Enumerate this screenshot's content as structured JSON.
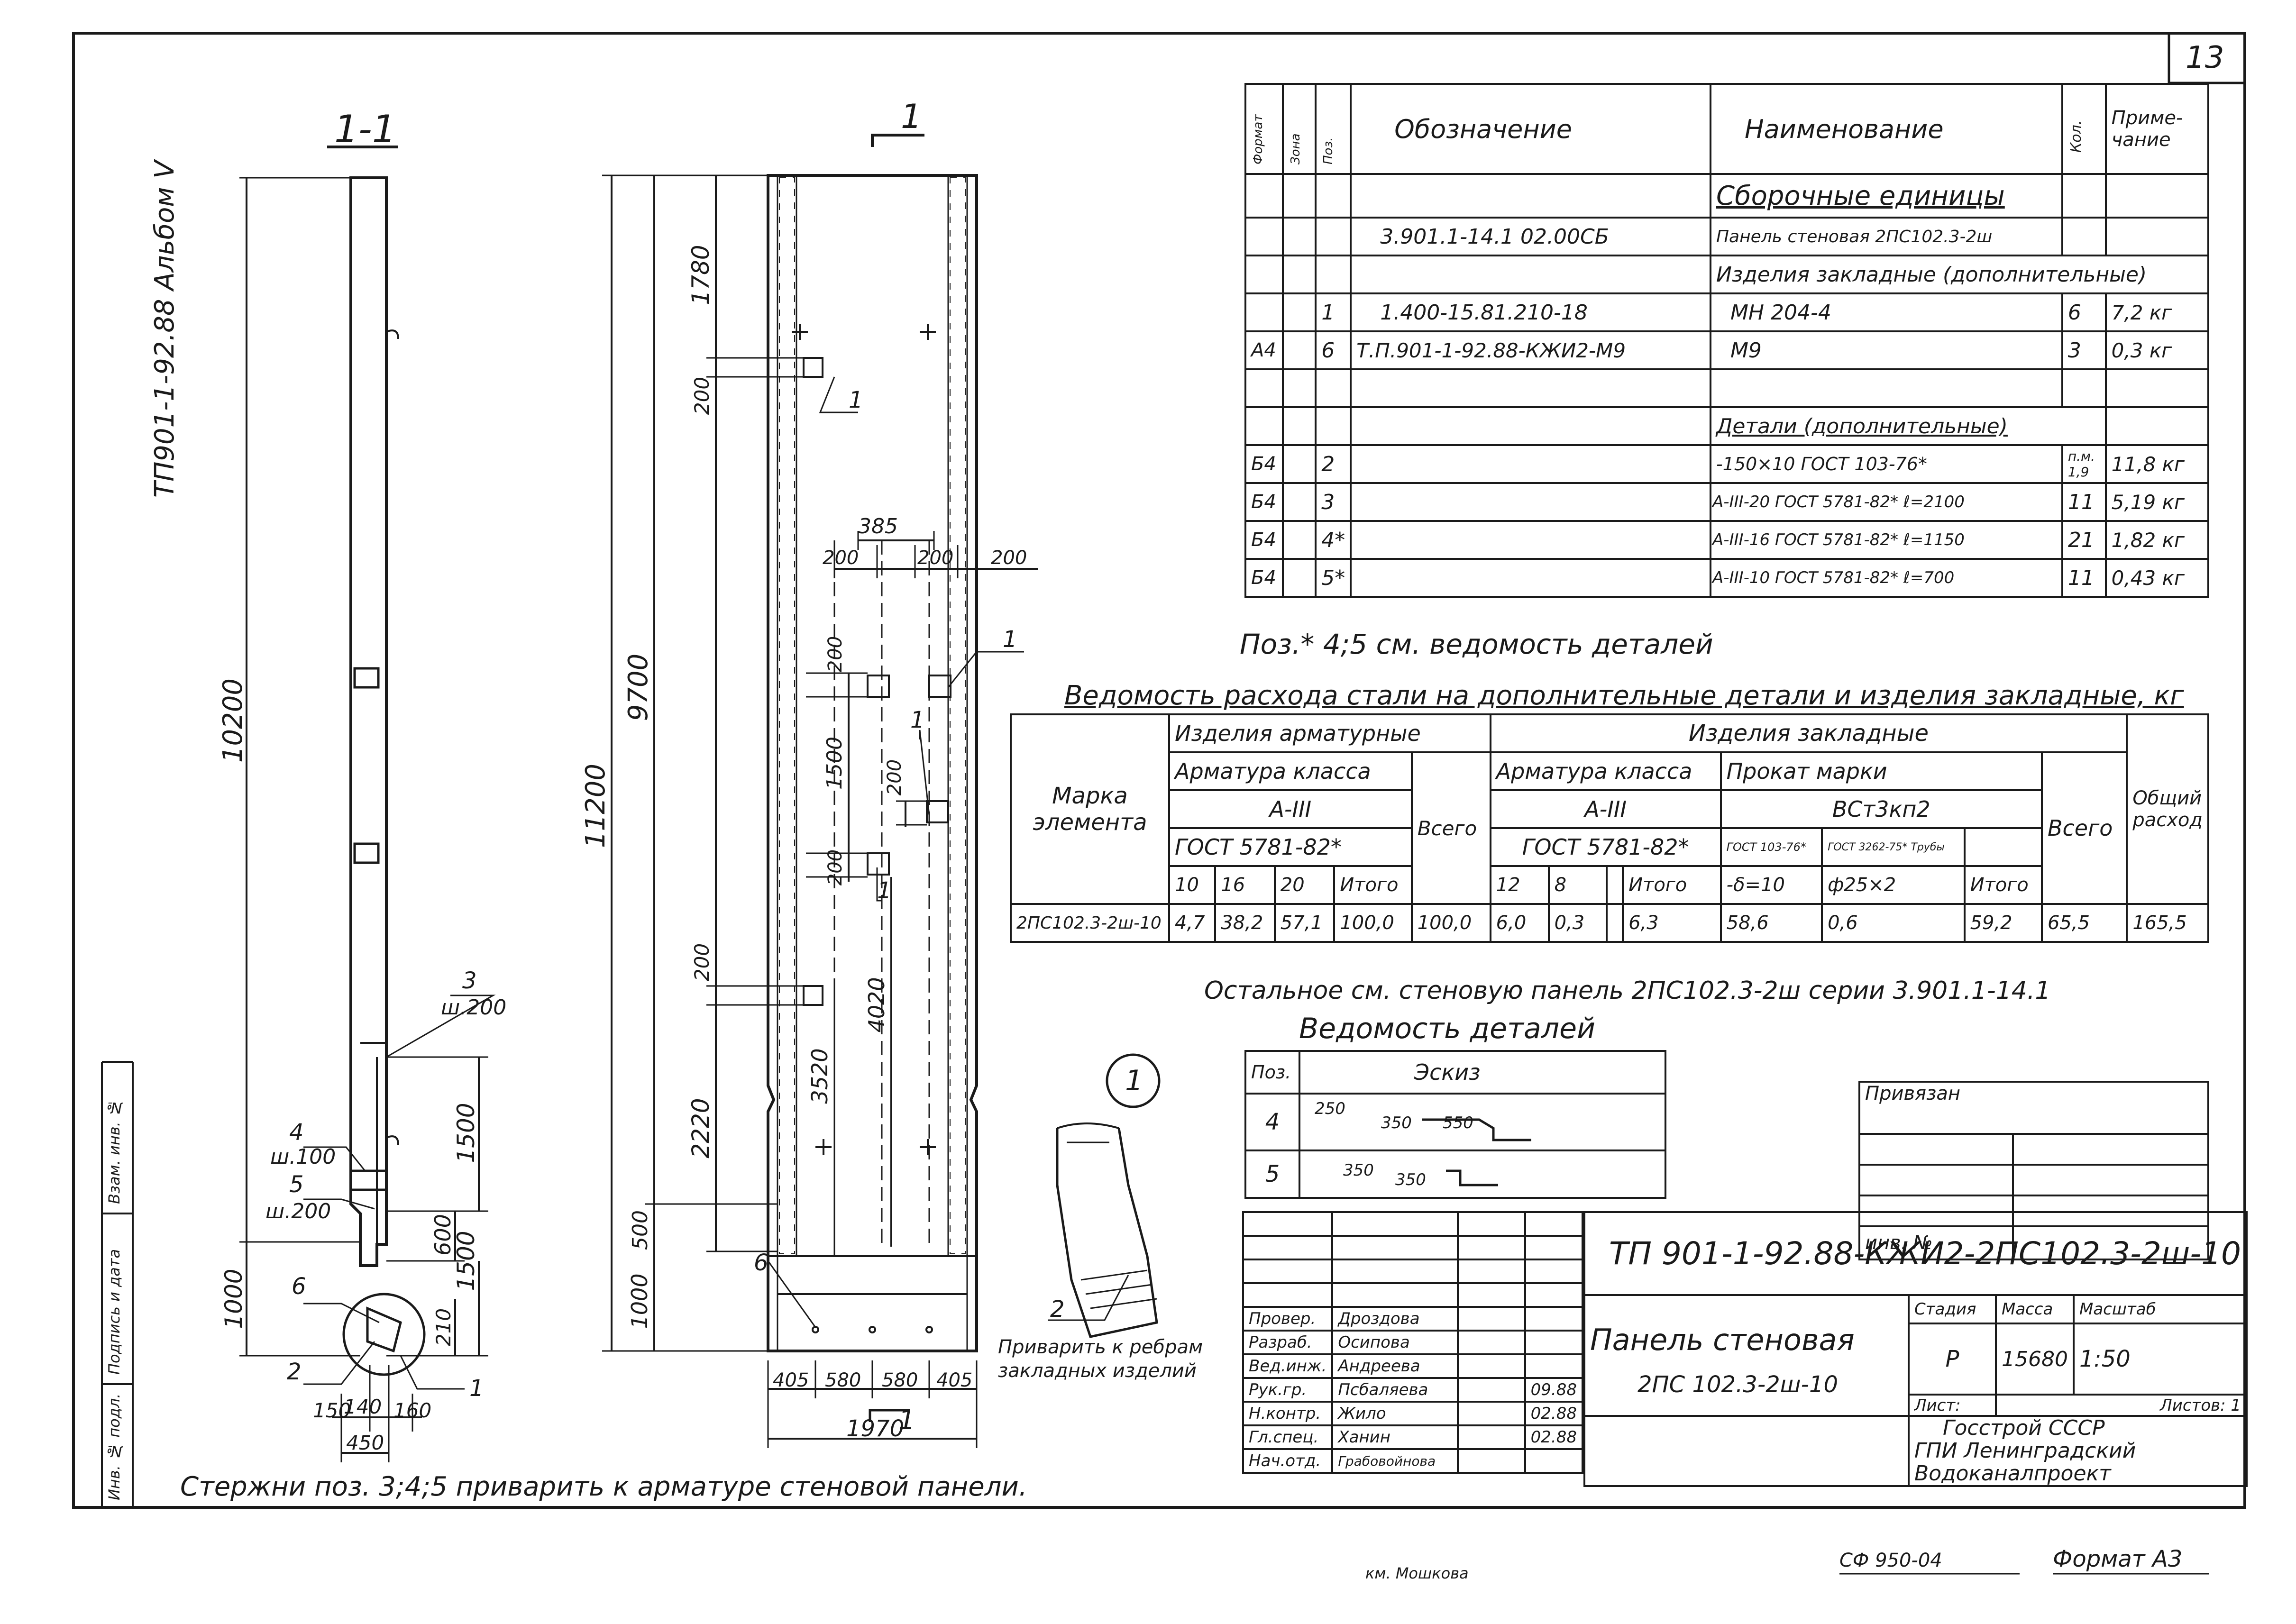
{
  "sheet": {
    "number": "13",
    "album_code": "ТП901-1-92.88 Альбом V",
    "bottom_note": "Стержни поз. 3;4;5 приварить к арматуре стеновой панели.",
    "copied_by": "км. Мошкова",
    "archive_code": "СФ 950-04",
    "format": "Формат А3"
  },
  "left_strip": {
    "inv_orig": "Инв. № подл.",
    "sign_date": "Подпись и дата",
    "vzam_inv": "Взам. инв. №"
  },
  "section": {
    "title": "1-1",
    "dims": {
      "d10200": "10200",
      "d1000": "1000",
      "d1500": "1500",
      "d600": "600",
      "d1500b": "1500",
      "d210": "210",
      "d150": "150",
      "d140": "140",
      "d160": "160",
      "d450": "450"
    },
    "labels": {
      "p3": "3",
      "p3s": "ш.200",
      "p4": "4",
      "p4s": "ш.100",
      "p5": "5",
      "p5s": "ш.200",
      "p6": "6",
      "p2": "2",
      "c1": "1"
    }
  },
  "elevation": {
    "cut_mark": "1",
    "dims": {
      "d11200": "11200",
      "d9700": "9700",
      "d1780": "1780",
      "d200a": "200",
      "d385": "385",
      "d200b": "200",
      "d200c": "200",
      "d200d": "200",
      "d200e": "200",
      "d1500": "1500",
      "d200f": "200",
      "d200g": "200",
      "d4020": "4020",
      "d3520": "3520",
      "d200h": "200",
      "d2220": "2220",
      "d500": "500",
      "d1000": "1000",
      "b405a": "405",
      "b580a": "580",
      "b580b": "580",
      "b405b": "405",
      "b1970": "1970"
    },
    "labels": {
      "l1a": "1",
      "l1b": "1",
      "l1c": "1",
      "l1d": "1",
      "l6": "6",
      "bottom_cut": "1"
    }
  },
  "detail": {
    "circle_label": "1",
    "pos": "2",
    "note_line1": "Приварить к ребрам",
    "note_line2": "закладных изделий"
  },
  "spec_table": {
    "headers": {
      "format": "Формат",
      "zone": "Зона",
      "pos": "Поз.",
      "designation": "Обозначение",
      "name": "Наименование",
      "qty": "Кол.",
      "note": "Приме-чание"
    },
    "rows": [
      {
        "format": "",
        "pos": "",
        "designation": "",
        "name": "Сборочные единицы",
        "qty": "",
        "note": ""
      },
      {
        "format": "",
        "pos": "",
        "designation": "3.901.1-14.1  02.00СБ",
        "name": "Панель стеновая 2ПС102.3-2ш",
        "qty": "",
        "note": ""
      },
      {
        "format": "",
        "pos": "",
        "designation": "",
        "name": "Изделия закладные (дополнительные)",
        "qty": "",
        "note": ""
      },
      {
        "format": "",
        "pos": "1",
        "designation": "1.400-15.81.210-18",
        "name": "МН 204-4",
        "qty": "6",
        "note": "7,2 кг"
      },
      {
        "format": "А4",
        "pos": "6",
        "designation": "Т.П.901-1-92.88-КЖИ2-М9",
        "name": "М9",
        "qty": "3",
        "note": "0,3 кг"
      },
      {
        "format": "",
        "pos": "",
        "designation": "",
        "name": "",
        "qty": "",
        "note": ""
      },
      {
        "format": "",
        "pos": "",
        "designation": "",
        "name": "Детали (дополнительные)",
        "qty": "",
        "note": ""
      },
      {
        "format": "Б4",
        "pos": "2",
        "designation": "",
        "name": "-150×10 ГОСТ 103-76*",
        "qty": "п.м. 1,9",
        "note": "11,8 кг"
      },
      {
        "format": "Б4",
        "pos": "3",
        "designation": "",
        "name": "А-III-20 ГОСТ 5781-82* ℓ=2100",
        "qty": "11",
        "note": "5,19 кг"
      },
      {
        "format": "Б4",
        "pos": "4*",
        "designation": "",
        "name": "А-III-16 ГОСТ 5781-82* ℓ=1150",
        "qty": "21",
        "note": "1,82 кг"
      },
      {
        "format": "Б4",
        "pos": "5*",
        "designation": "",
        "name": "А-III-10 ГОСТ 5781-82* ℓ=700",
        "qty": "11",
        "note": "0,43 кг"
      }
    ],
    "footnote": "Поз.* 4;5 см. ведомость деталей"
  },
  "steel_table": {
    "title": "Ведомость расхода стали на дополнительные детали и изделия закладные, кг",
    "h_mark": "Марка элемента",
    "h_arm_items": "Изделия арматурные",
    "h_arm_class": "Арматура класса",
    "h_a3": "А-III",
    "h_gost": "ГОСТ 5781-82*",
    "h_total": "Всего",
    "h_emb_items": "Изделия закладные",
    "h_arm_class2": "Арматура класса",
    "h_a3b": "А-III",
    "h_gost2": "ГОСТ 5781-82*",
    "h_rolled": "Прокат марки",
    "h_steel": "ВСт3кп2",
    "h_gost103": "ГОСТ 103-76*",
    "h_gost3262": "ГОСТ 3262-75* Трубы",
    "h_total2": "Всего",
    "h_overall": "Общий расход",
    "sub": {
      "c10": "10",
      "c16": "16",
      "c20": "20",
      "itogo1": "Итого",
      "c12": "12",
      "c8": "8",
      "itogo2": "Итого",
      "s10": "-δ=10",
      "pipe": "ф25×2",
      "itogo3": "Итого"
    },
    "row": {
      "mark": "2ПС102.3-2ш-10",
      "v10": "4,7",
      "v16": "38,2",
      "v20": "57,1",
      "itogo1": "100,0",
      "total1": "100,0",
      "v12": "6,0",
      "v8": "0,3",
      "blank": "",
      "itogo2": "6,3",
      "s10": "58,6",
      "pipe": "0,6",
      "itogo3": "59,2",
      "total2": "65,5",
      "overall": "165,5"
    },
    "note": "Остальное см. стеновую панель 2ПС102.3-2ш серии 3.901.1-14.1"
  },
  "details_table": {
    "title": "Ведомость деталей",
    "h_pos": "Поз.",
    "h_sketch": "Эскиз",
    "rows": [
      {
        "pos": "4",
        "a": "250",
        "b": "350",
        "c": "550"
      },
      {
        "pos": "5",
        "a": "350",
        "b": "350"
      }
    ]
  },
  "title_block": {
    "privyazan": "Привязан",
    "inv_no": "инв. №",
    "code": "ТП 901-1-92.88-КЖИ2-2ПС102.3-2ш-10",
    "name_line1": "Панель стеновая",
    "name_line2": "2ПС 102.3-2ш-10",
    "stage_h": "Стадия",
    "mass_h": "Масса",
    "scale_h": "Масштаб",
    "stage": "Р",
    "mass": "15680",
    "scale": "1:50",
    "sheet": "Лист:",
    "sheets": "Листов: 1",
    "org1": "Госстрой СССР",
    "org2": "ГПИ Ленинградский",
    "org3": "Водоканалпроект",
    "people": [
      {
        "role": "Провер.",
        "name": "Дроздова",
        "date": ""
      },
      {
        "role": "Разраб.",
        "name": "Осипова",
        "date": ""
      },
      {
        "role": "Вед.инж.",
        "name": "Андреева",
        "date": ""
      },
      {
        "role": "Рук.гр.",
        "name": "Псбаляева",
        "date": "09.88"
      },
      {
        "role": "Н.контр.",
        "name": "Жило",
        "date": "02.88"
      },
      {
        "role": "Гл.спец.",
        "name": "Ханин",
        "date": "02.88"
      },
      {
        "role": "Нач.отд.",
        "name": "Грабовойнова",
        "date": ""
      }
    ]
  }
}
